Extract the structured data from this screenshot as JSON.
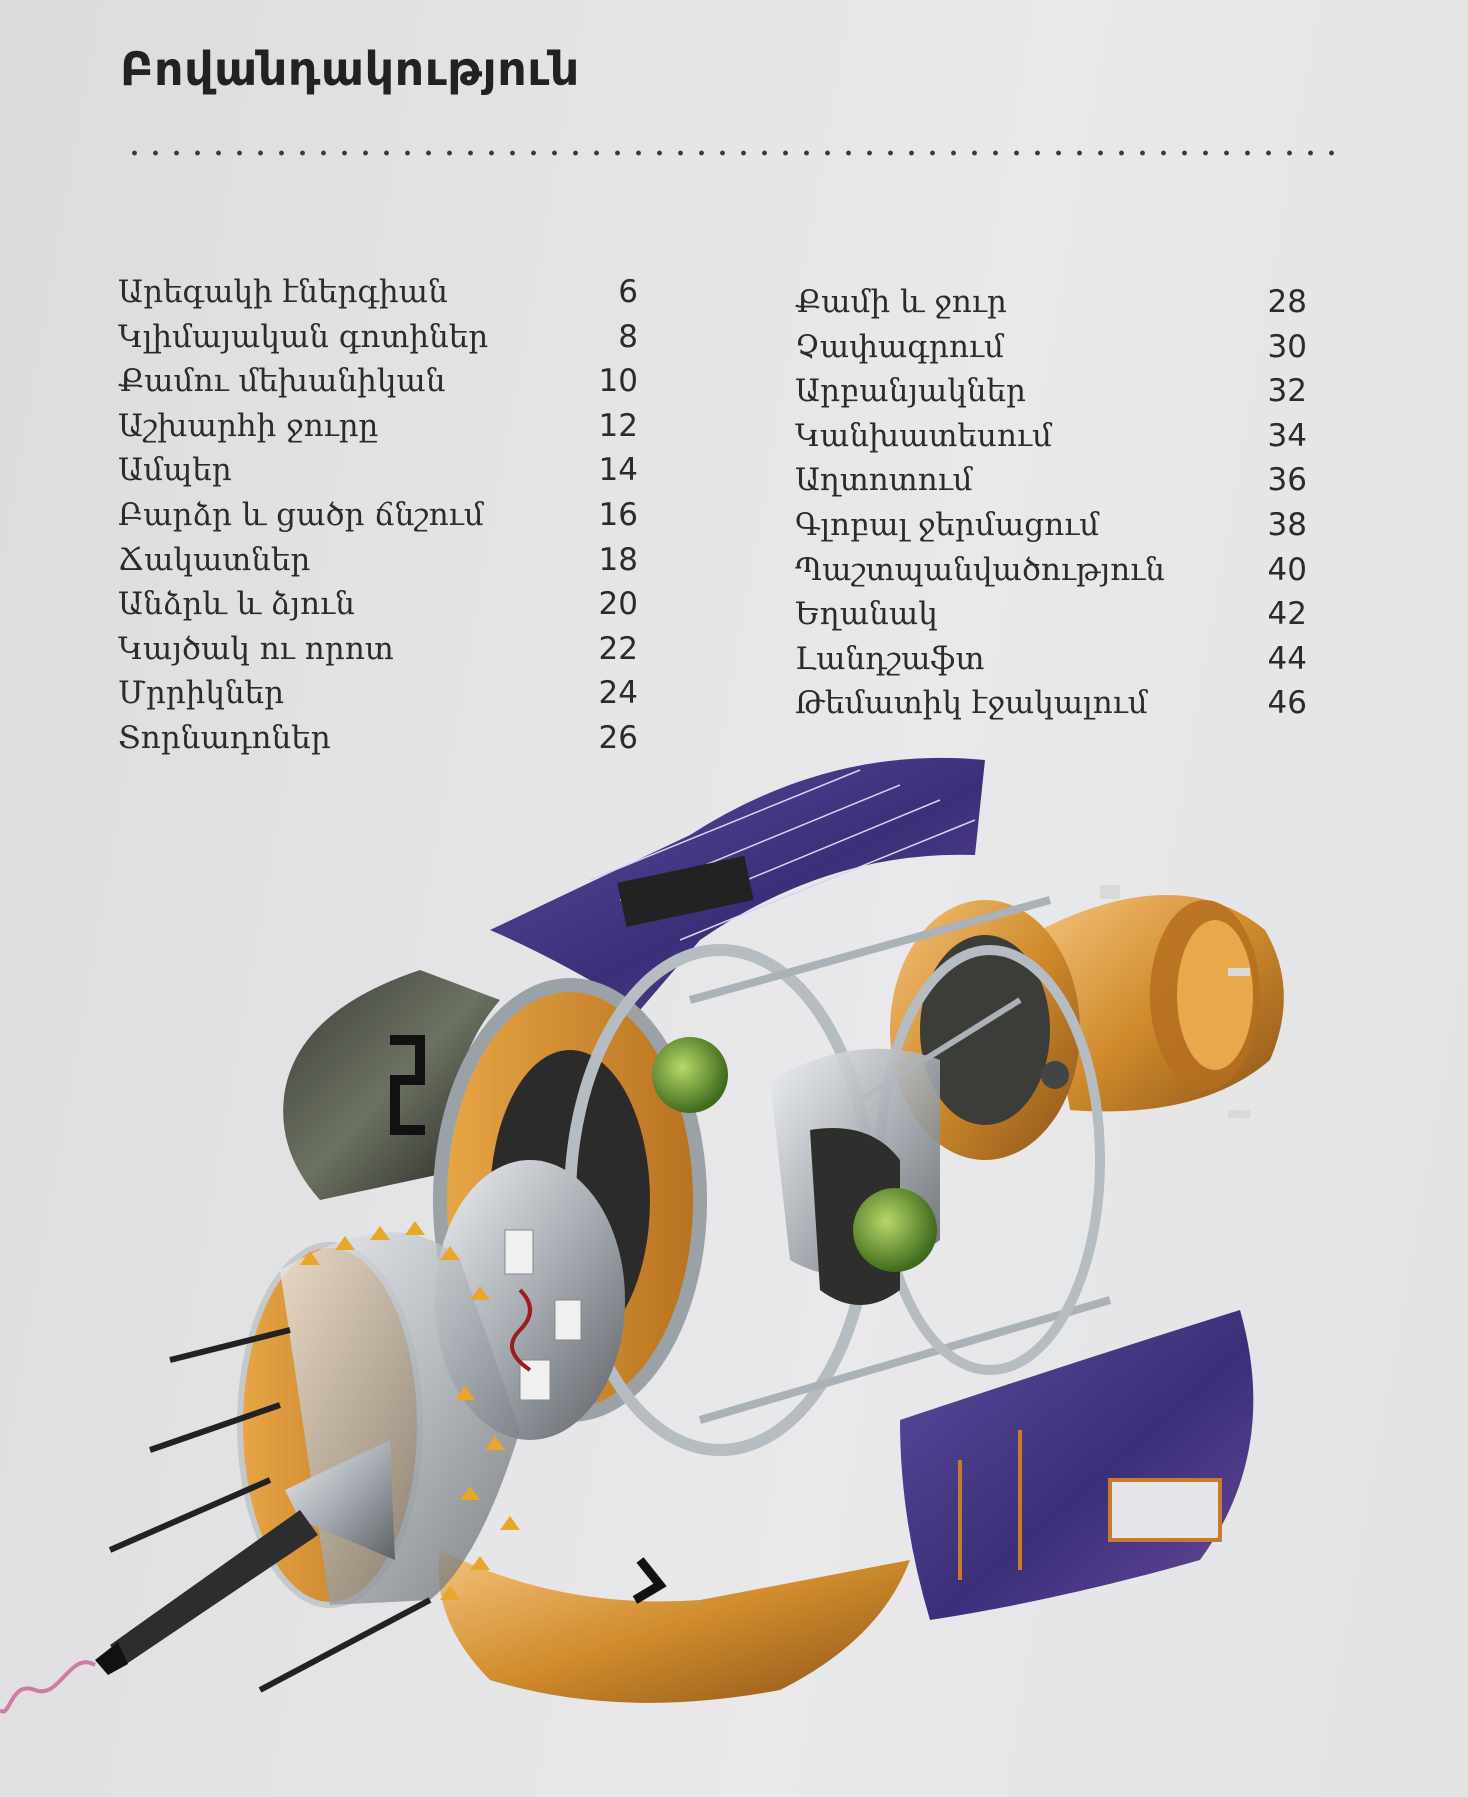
{
  "page": {
    "title": "Բովանդակություն"
  },
  "toc": {
    "left": [
      {
        "label": "Արեգակի էներգիան",
        "page": "6"
      },
      {
        "label": "Կլիմայական գոտիներ",
        "page": "8"
      },
      {
        "label": "Քամու մեխանիկան",
        "page": "10"
      },
      {
        "label": "Աշխարհի ջուրը",
        "page": "12"
      },
      {
        "label": "Ամպեր",
        "page": "14"
      },
      {
        "label": "Բարձր և ցածր ճնշում",
        "page": "16"
      },
      {
        "label": "Ճակատներ",
        "page": "18"
      },
      {
        "label": "Անձրև և ձյուն",
        "page": "20"
      },
      {
        "label": "Կայծակ ու որոտ",
        "page": "22"
      },
      {
        "label": "Մրրիկներ",
        "page": "24"
      },
      {
        "label": "Տորնադոներ",
        "page": "26"
      }
    ],
    "right": [
      {
        "label": "Քամի և ջուր",
        "page": "28"
      },
      {
        "label": "Չափագրում",
        "page": "30"
      },
      {
        "label": "Արբանյակներ",
        "page": "32"
      },
      {
        "label": "Կանխատեսում",
        "page": "34"
      },
      {
        "label": "Աղտոտում",
        "page": "36"
      },
      {
        "label": "Գլոբալ ջերմացում",
        "page": "38"
      },
      {
        "label": "Պաշտպանվածություն",
        "page": "40"
      },
      {
        "label": "Եղանակ",
        "page": "42"
      },
      {
        "label": "Լանդշաֆտ",
        "page": "44"
      },
      {
        "label": "Թեմատիկ էջակալում",
        "page": "46"
      }
    ]
  },
  "colors": {
    "solar_panel": "#4a3f86",
    "gold_foil": "#d89a3a",
    "frame_metal": "#b9bec4",
    "antenna_cable": "#d07aa6"
  }
}
